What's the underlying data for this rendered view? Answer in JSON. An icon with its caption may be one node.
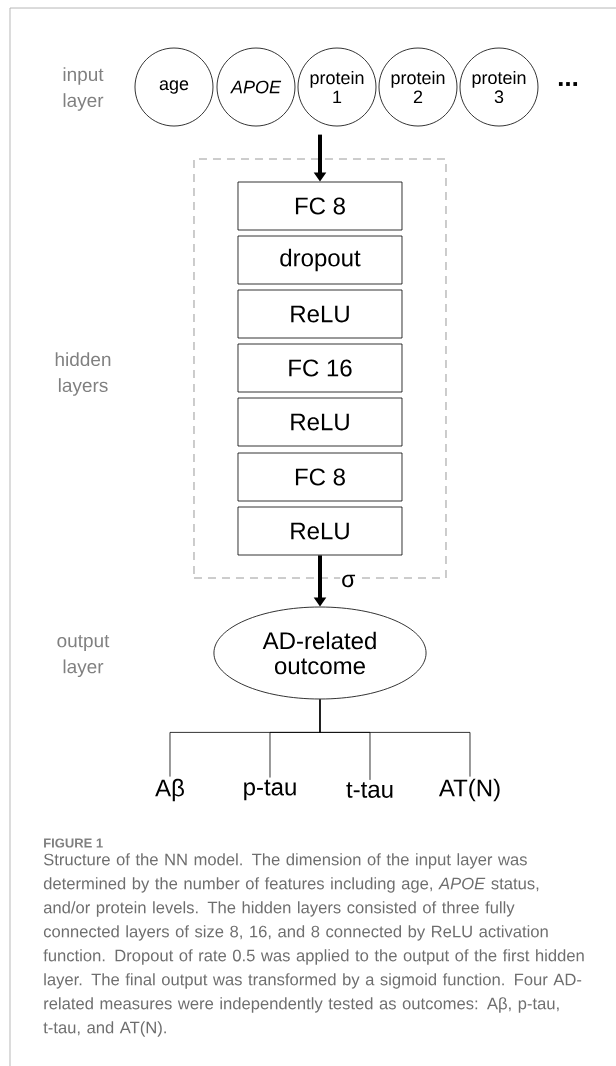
{
  "diagram": {
    "caption": "Structure of the NN model. The dimension of the input layer was determined by the number of features including age, *APOE* status, and/or protein levels. The hidden layers consisted of three fully connected layers of size 8, 16, and 8 connected by ReLU activation function. Dropout of rate 0.5 was applied to the output of the first hidden layer. The final output was transformed by a sigmoid function. Four AD-related measures were independently tested as outcomes: Aβ, p-tau, t-tau, and AT(N).",
    "nodes": [
      {
        "text": [
          "age"
        ]
      },
      {
        "text": [
          "APOE"
        ]
      },
      {
        "text": [
          "protein 1"
        ]
      },
      {
        "text": [
          "protein 2"
        ]
      },
      {
        "text": [
          "protein 3"
        ]
      },
      {
        "text": [],
        "shape": "box"
      },
      {
        "text": [
          "FC 8"
        ],
        "in": 5
      },
      {
        "text": [
          "dropout"
        ],
        "in": 5
      },
      {
        "text": [
          "ReLU"
        ],
        "in": 5
      },
      {
        "text": [
          "FC 16"
        ],
        "in": 5
      },
      {
        "text": [
          "ReLU"
        ],
        "in": 5
      },
      {
        "text": [
          "FC 8"
        ],
        "in": 5
      },
      {
        "text": [
          "ReLU"
        ],
        "in": 5
      },
      {
        "text": [
          "AD-related outcome"
        ]
      },
      {
        "text": [
          "Aβ"
        ]
      },
      {
        "text": [
          "p-tau"
        ]
      },
      {
        "text": [
          "t-tau"
        ]
      },
      {
        "text": [
          "AT(N)"
        ]
      }
    ],
    "edges": [
      {
        "from": null,
        "to": 6,
        "arrow": "to",
        "style": "thick"
      },
      {
        "from": 12,
        "to": 13,
        "arrow": "to",
        "style": "thick",
        "label": "σ"
      },
      {
        "from": 13,
        "to": 14,
        "arrow": "none"
      },
      {
        "from": 13,
        "to": 15,
        "arrow": "none"
      },
      {
        "from": 13,
        "to": 16,
        "arrow": "none"
      },
      {
        "from": 13,
        "to": 17,
        "arrow": "none"
      }
    ],
    "labels": [
      "input layer",
      "...",
      "hidden layers",
      "output layer",
      "FIGURE 1"
    ]
  }
}
